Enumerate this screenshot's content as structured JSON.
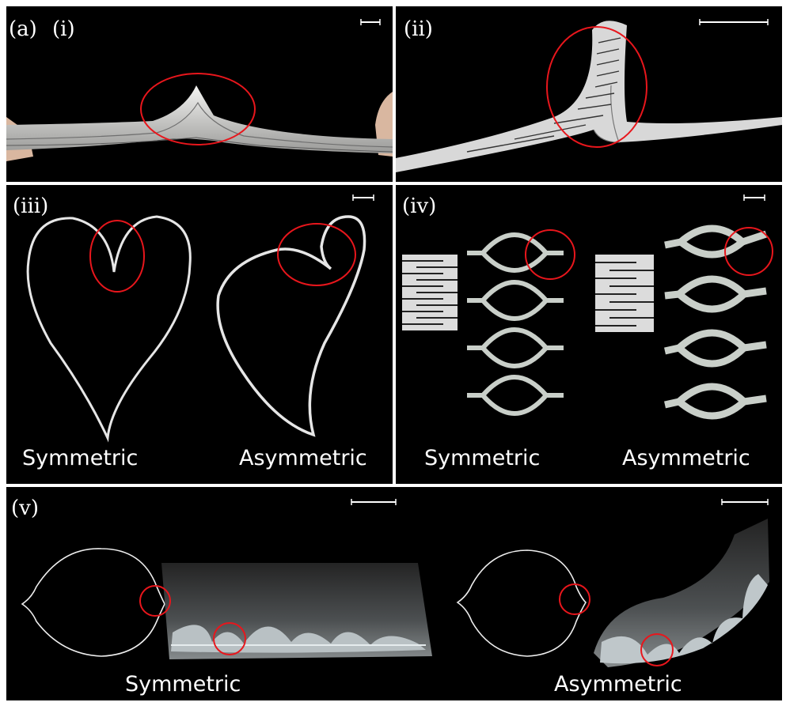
{
  "figure": {
    "label": "(a)",
    "highlight_color": "#e8161c",
    "scale_bar_color": "#ffffff",
    "background": "#000000"
  },
  "panels": {
    "i": {
      "label": "(i)",
      "subject": "bent book"
    },
    "ii": {
      "label": "(ii)",
      "subject": "folded printed paper strip"
    },
    "iii": {
      "label": "(iii)",
      "caption_left": "Symmetric",
      "caption_right": "Asymmetric"
    },
    "iv": {
      "label": "(iv)",
      "caption_left": "Symmetric",
      "caption_right": "Asymmetric"
    },
    "v": {
      "label": "(v)",
      "caption_left": "Symmetric",
      "caption_right": "Asymmetric"
    }
  }
}
